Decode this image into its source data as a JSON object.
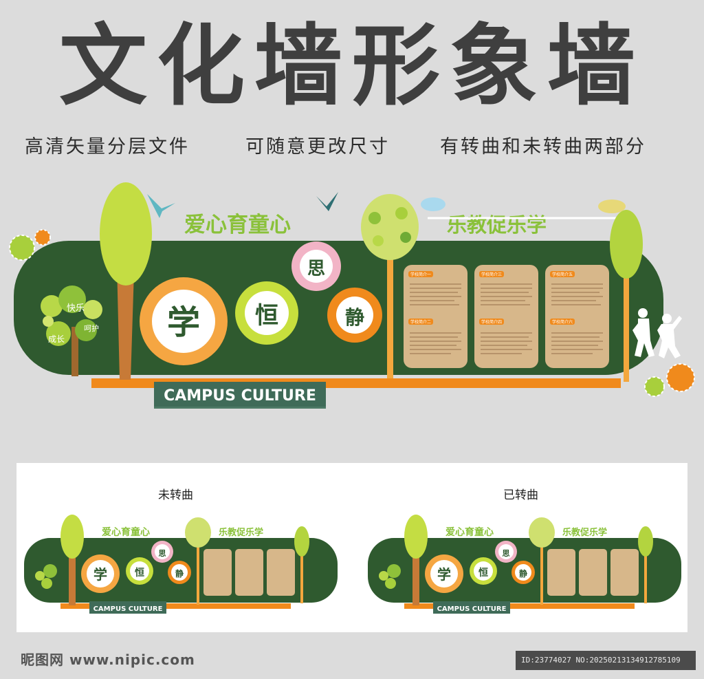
{
  "title": "文化墙形象墙",
  "subtitles": [
    "高清矢量分层文件",
    "可随意更改尺寸",
    "有转曲和未转曲两部分"
  ],
  "wall": {
    "slogan_left": "爱心育童心",
    "slogan_right": "乐教促乐学",
    "banner": "CAMPUS CULTURE",
    "flowers": [
      "学",
      "恒",
      "思",
      "静"
    ],
    "tree_words": [
      "快乐",
      "呵护",
      "成长"
    ],
    "board_tags": [
      "学校简介一",
      "学校简介二",
      "学校简介三",
      "学校简介四",
      "学校简介五",
      "学校简介六"
    ]
  },
  "previews": {
    "left_caption": "未转曲",
    "right_caption": "已转曲"
  },
  "footer": {
    "watermark": "昵图网 www.nipic.com",
    "id_text": "ID:23774027 NO:20250213134912785109"
  },
  "colors": {
    "wall_green": "#2f5a2f",
    "orange": "#f08a1c",
    "light_green": "#a8cf3c",
    "board_tan": "#d7b78a",
    "title_gray": "#3f3f3f"
  }
}
